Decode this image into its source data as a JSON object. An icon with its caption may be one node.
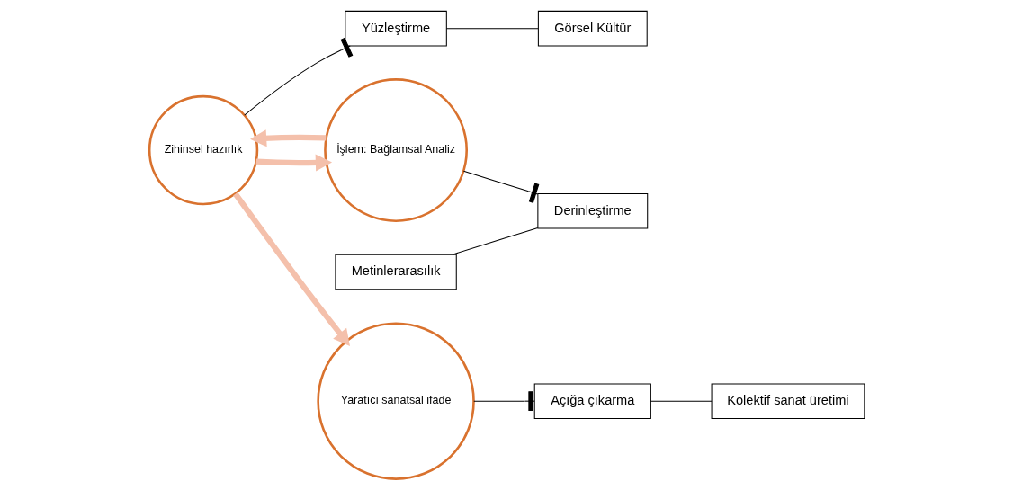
{
  "diagram": {
    "nodes": [
      {
        "text": [
          "Görsel Kültür"
        ]
      },
      {
        "text": [
          "Yüzleştirme"
        ]
      },
      {
        "text": [
          "Zihinsel hazırlık"
        ]
      },
      {
        "text": [
          "Metinlerarasılık"
        ]
      },
      {
        "text": [
          "İşlem: Bağlamsal Analiz"
        ]
      },
      {
        "text": [
          "Açığa çıkarma"
        ]
      },
      {
        "text": [
          "Yaratıcı sanatsal ifade"
        ]
      },
      {
        "text": [
          "Derinleştirme"
        ]
      },
      {
        "text": [
          "Kolektif sanat üretimi"
        ]
      }
    ],
    "edges": [
      {
        "from": 1,
        "to": 0,
        "arrow": "none"
      },
      {
        "from": 2,
        "to": 1,
        "arrow": "other"
      },
      {
        "from": 4,
        "to": 2,
        "arrow": "to",
        "style": "thick",
        "color": "#f4c0ab"
      },
      {
        "from": 2,
        "to": 4,
        "arrow": "to",
        "style": "thick",
        "color": "#f4c0ab"
      },
      {
        "from": 2,
        "to": 6,
        "arrow": "to",
        "style": "thick",
        "color": "#f4c0ab"
      },
      {
        "from": 3,
        "to": 7,
        "arrow": "none"
      },
      {
        "from": 6,
        "to": 5,
        "arrow": "other"
      },
      {
        "from": 5,
        "to": 8,
        "arrow": "none"
      },
      {
        "from": 4,
        "to": 7,
        "arrow": "other"
      }
    ]
  }
}
